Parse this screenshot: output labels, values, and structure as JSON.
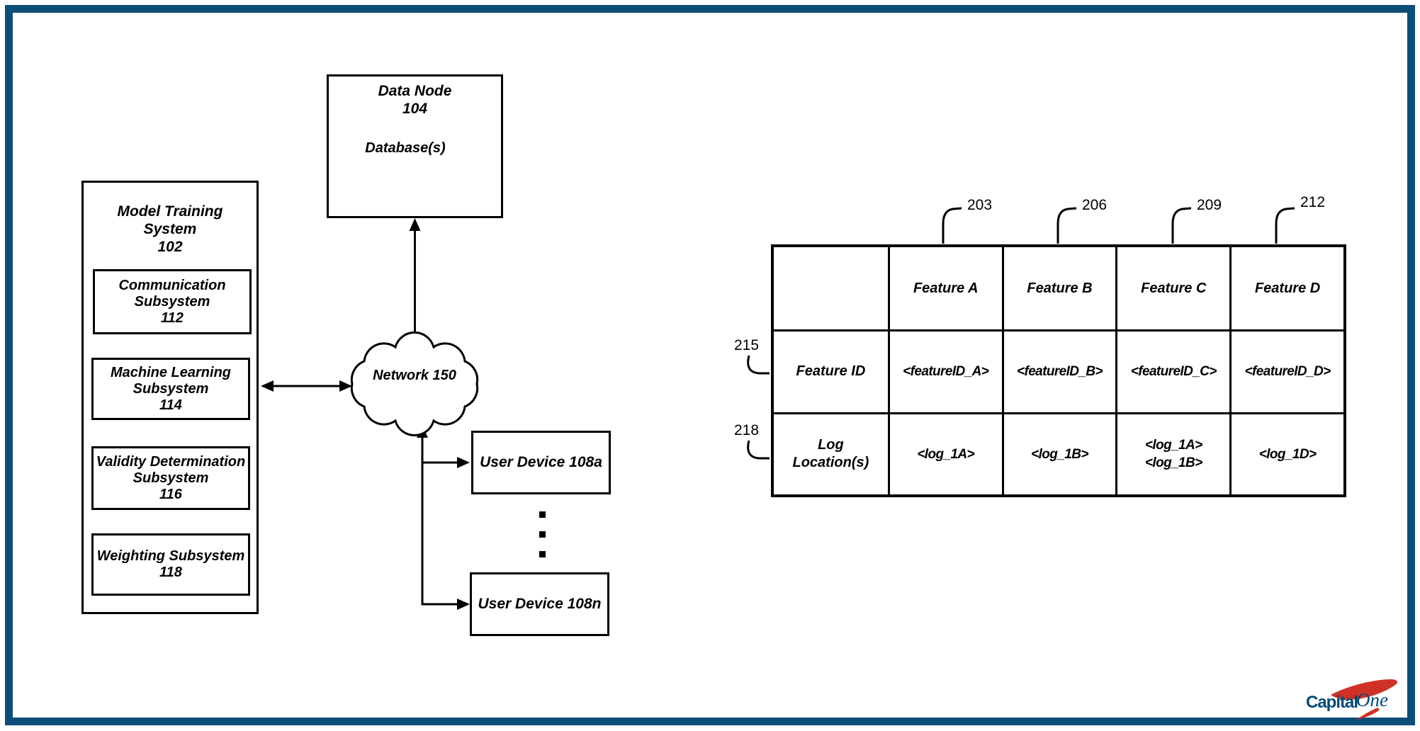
{
  "frame": {
    "border_color": "#0D4E79"
  },
  "diagram": {
    "data_node": {
      "title": "Data Node",
      "ref": "104",
      "database_label": "Database(s)"
    },
    "model_training_system": {
      "title_lines": [
        "Model Training",
        "System",
        "102"
      ],
      "subsystems": [
        {
          "label": "Communication Subsystem",
          "ref": "112"
        },
        {
          "label": "Machine Learning Subsystem",
          "ref": "114"
        },
        {
          "label": "Validity Determination Subsystem",
          "ref": "116"
        },
        {
          "label": "Weighting Subsystem",
          "ref": "118"
        }
      ]
    },
    "network": {
      "label": "Network",
      "ref": "150"
    },
    "user_devices": [
      {
        "label": "User Device 108a"
      },
      {
        "label": "User Device 108n"
      }
    ]
  },
  "feature_table": {
    "column_refs": [
      "203",
      "206",
      "209",
      "212"
    ],
    "row_refs": [
      "215",
      "218"
    ],
    "columns": [
      "Feature A",
      "Feature B",
      "Feature C",
      "Feature D"
    ],
    "rows": [
      {
        "label": "Feature ID",
        "values": [
          "<featureID_A>",
          "<featureID_B>",
          "<featureID_C>",
          "<featureID_D>"
        ]
      },
      {
        "label": "Log Location(s)",
        "values": [
          "<log_1A>",
          "<log_1B>",
          [
            "<log_1A>",
            "<log_1B>"
          ],
          "<log_1D>"
        ]
      }
    ]
  },
  "logo": {
    "text_primary": "Capital",
    "text_secondary": "One",
    "navy": "#004A77",
    "red": "#D03127"
  }
}
